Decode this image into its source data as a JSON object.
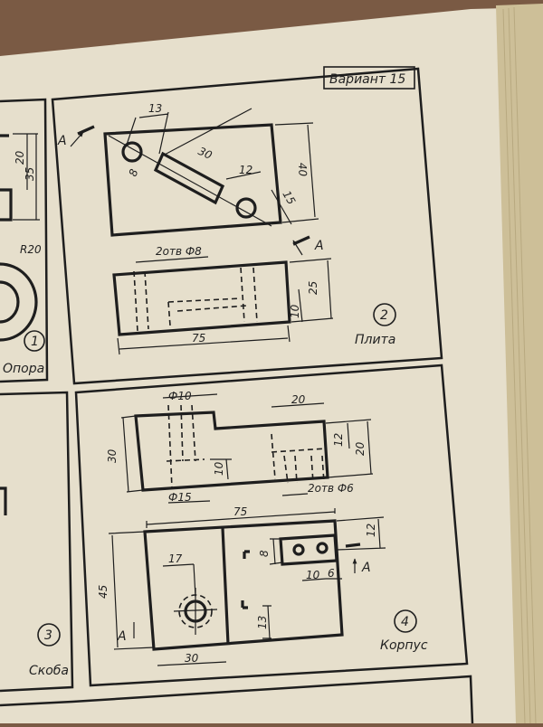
{
  "page": {
    "variant": "Вариант 15",
    "colors": {
      "paper": "#e6dfcc",
      "ink": "#1e1e1e",
      "table": "#7a5a44",
      "page_edge": "#cdbf98"
    }
  },
  "panel1": {
    "number": "1",
    "caption": "Опора",
    "dims": {
      "d20": "20",
      "d35": "35",
      "r20": "R20"
    }
  },
  "panel2": {
    "number": "2",
    "caption": "Плита",
    "section_label": "A",
    "dims": {
      "d13": "13",
      "d30": "30",
      "d12": "12",
      "d8": "8",
      "d15": "15",
      "d40": "40",
      "holes": "2отв Ф8",
      "d25": "25",
      "d10": "10",
      "d75": "75"
    }
  },
  "panel3": {
    "number": "3",
    "caption": "Скоба"
  },
  "panel4": {
    "number": "4",
    "caption": "Корпус",
    "section_label": "A",
    "dims": {
      "phi10": "Ф10",
      "d20": "20",
      "d30": "30",
      "d12": "12",
      "d20b": "20",
      "d10": "10",
      "phi15": "Ф15",
      "holes": "2отв Ф6",
      "d75": "75",
      "d12b": "12",
      "d8": "8",
      "d17": "17",
      "d45": "45",
      "d10b": "10",
      "d6": "6",
      "d13": "13",
      "d30b": "30"
    }
  }
}
